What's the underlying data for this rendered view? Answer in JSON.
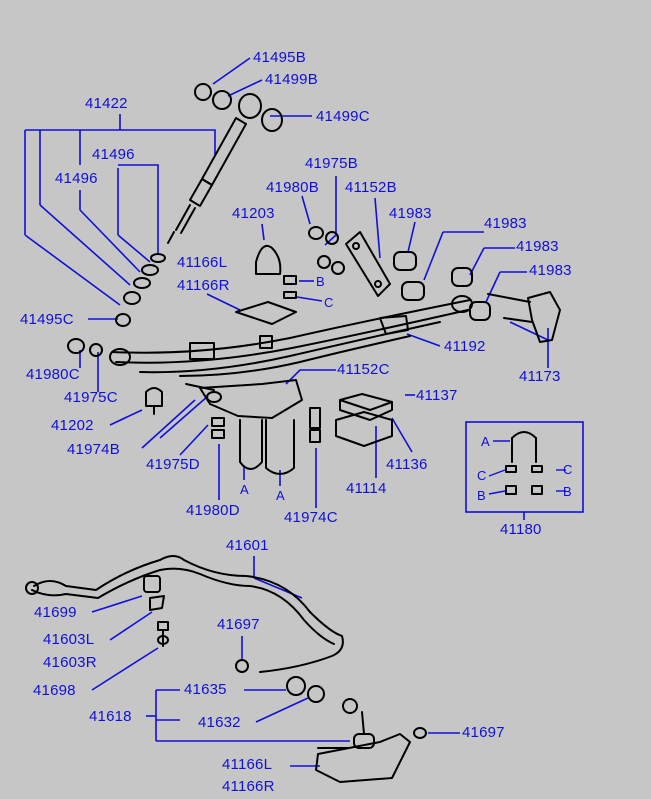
{
  "diagram": {
    "line_color": "#1010d8",
    "part_color": "#000000",
    "background": "#c6c6c6"
  },
  "labels": {
    "p41495B": "41495B",
    "p41499B": "41499B",
    "p41499C": "41499C",
    "p41422": "41422",
    "p41496a": "41496",
    "p41496b": "41496",
    "p41975B": "41975B",
    "p41980B": "41980B",
    "p41152B": "41152B",
    "p41203": "41203",
    "p41983a": "41983",
    "p41983b": "41983",
    "p41983c": "41983",
    "p41983d": "41983",
    "p41166L_top": "41166L",
    "p41166R_top": "41166R",
    "markB": "B",
    "markC": "C",
    "p41495C": "41495C",
    "p41192": "41192",
    "p41980C": "41980C",
    "p41975C": "41975C",
    "p41173": "41173",
    "p41152C": "41152C",
    "p41137": "41137",
    "p41202": "41202",
    "p41974B": "41974B",
    "p41975D": "41975D",
    "p41136": "41136",
    "p41114": "41114",
    "markA1": "A",
    "markA2": "A",
    "p41980D": "41980D",
    "p41974C": "41974C",
    "inset_A": "A",
    "inset_C1": "C",
    "inset_C2": "C",
    "inset_B1": "B",
    "inset_B2": "B",
    "p41180": "41180",
    "p41601": "41601",
    "p41699": "41699",
    "p41603L": "41603L",
    "p41603R": "41603R",
    "p41697a": "41697",
    "p41698": "41698",
    "p41635": "41635",
    "p41618": "41618",
    "p41632": "41632",
    "p41697b": "41697",
    "p41166L_bot": "41166L",
    "p41166R_bot": "41166R"
  }
}
